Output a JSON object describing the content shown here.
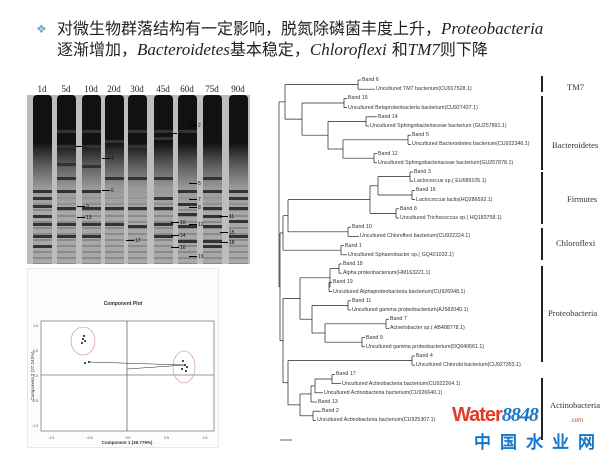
{
  "title": {
    "line1_cn": "对微生物群落结构有一定影响，脱氮除磷菌丰度上升，",
    "line1_it": "Proteobacteria",
    "line2_a": "逐渐增加，",
    "line2_it1": "Bacteroidetes",
    "line2_b": "基本稳定，",
    "line2_it2": "Chloroflexi",
    "line2_c": " 和",
    "line2_it3": "TM7",
    "line2_d": "则下降"
  },
  "bullet_icon": "diamond-bullet-icon",
  "gel": {
    "lanes": [
      "1d",
      "5d",
      "10d",
      "20d",
      "30d",
      "45d",
      "60d",
      "75d",
      "90d"
    ],
    "markers": [
      "3",
      "4",
      "6",
      "9",
      "13",
      "17",
      "1",
      "10",
      "14",
      "16",
      "2",
      "5",
      "7",
      "8",
      "12",
      "19",
      "11",
      "15",
      "18"
    ]
  },
  "pca": {
    "title": "Component Plot",
    "xlabel": "Component 1   (35.779%)",
    "ylabel": "Component 2   (27.243%)",
    "xticks": [
      "-1.0",
      "-0.5",
      "0.0",
      "0.5",
      "1.0"
    ],
    "yticks": [
      "1.0",
      "0.5",
      "0.0",
      "-0.5",
      "-1.0"
    ]
  },
  "tree": {
    "leaves": [
      "Band 6",
      "Uncultured TM7 bacterium(CU917528.1)",
      "Band 15",
      "Uncultured Betaproteobacteria bacterium(CU927437.1)",
      "Band 14",
      "Uncultured Sphingobacteriaceae bacterium (GU257891.1)",
      "Band 5",
      "Uncultured Bacteroidetes bacterium(CU922346.1)",
      "Band 12",
      "Uncultured Sphingobacteriaceae bacterium(GU257878.1)",
      "Band 3",
      "Lactococcus sp.( EU689105.1)",
      "Band 16",
      "Lactococcus lactis(HQ286592.1)",
      "Band 8",
      "Uncultured Trichococcus sp.( HQ183758.1)",
      "Band 10",
      "Uncultured Chloroflexi bacterium(CU922224.1)",
      "Band 1",
      "Uncultured Sphaerobacter sp.( GQ421032.1)",
      "Band 18",
      "Alpha proteobacterium(HM163221.1)",
      "Band 19",
      "Uncultured Alphaproteobacteria bacterium(CU926948.1)",
      "Band 11",
      "Uncultured gamma proteobacterium(AJ582040.1)",
      "Band 7",
      "Acinetobacter sp.( AB488778.1)",
      "Band 9",
      "Uncultured gamma proteobacterium(DQ640661.1)",
      "Band 4",
      "Uncultured Chlorobi bacterium(CU927353.1)",
      "Band 17",
      "Uncultured Actinobacteria bacterium(CU922264.1)",
      "Uncultured Actinobacteria bacterium(CU926640.1)",
      "Band 13",
      "Band 2",
      "Uncultured Actinobacteria bacterium(CU925307.1)"
    ],
    "groups": [
      "TM7",
      "Bacteroidetes",
      "Firmutes",
      "Chloroflexi",
      "Proteobacteria",
      "Actinobacteria"
    ]
  },
  "watermark": {
    "logo_a": "Water",
    "logo_b": "8848",
    "logo_com": ".com",
    "cn": "中国水业网"
  }
}
